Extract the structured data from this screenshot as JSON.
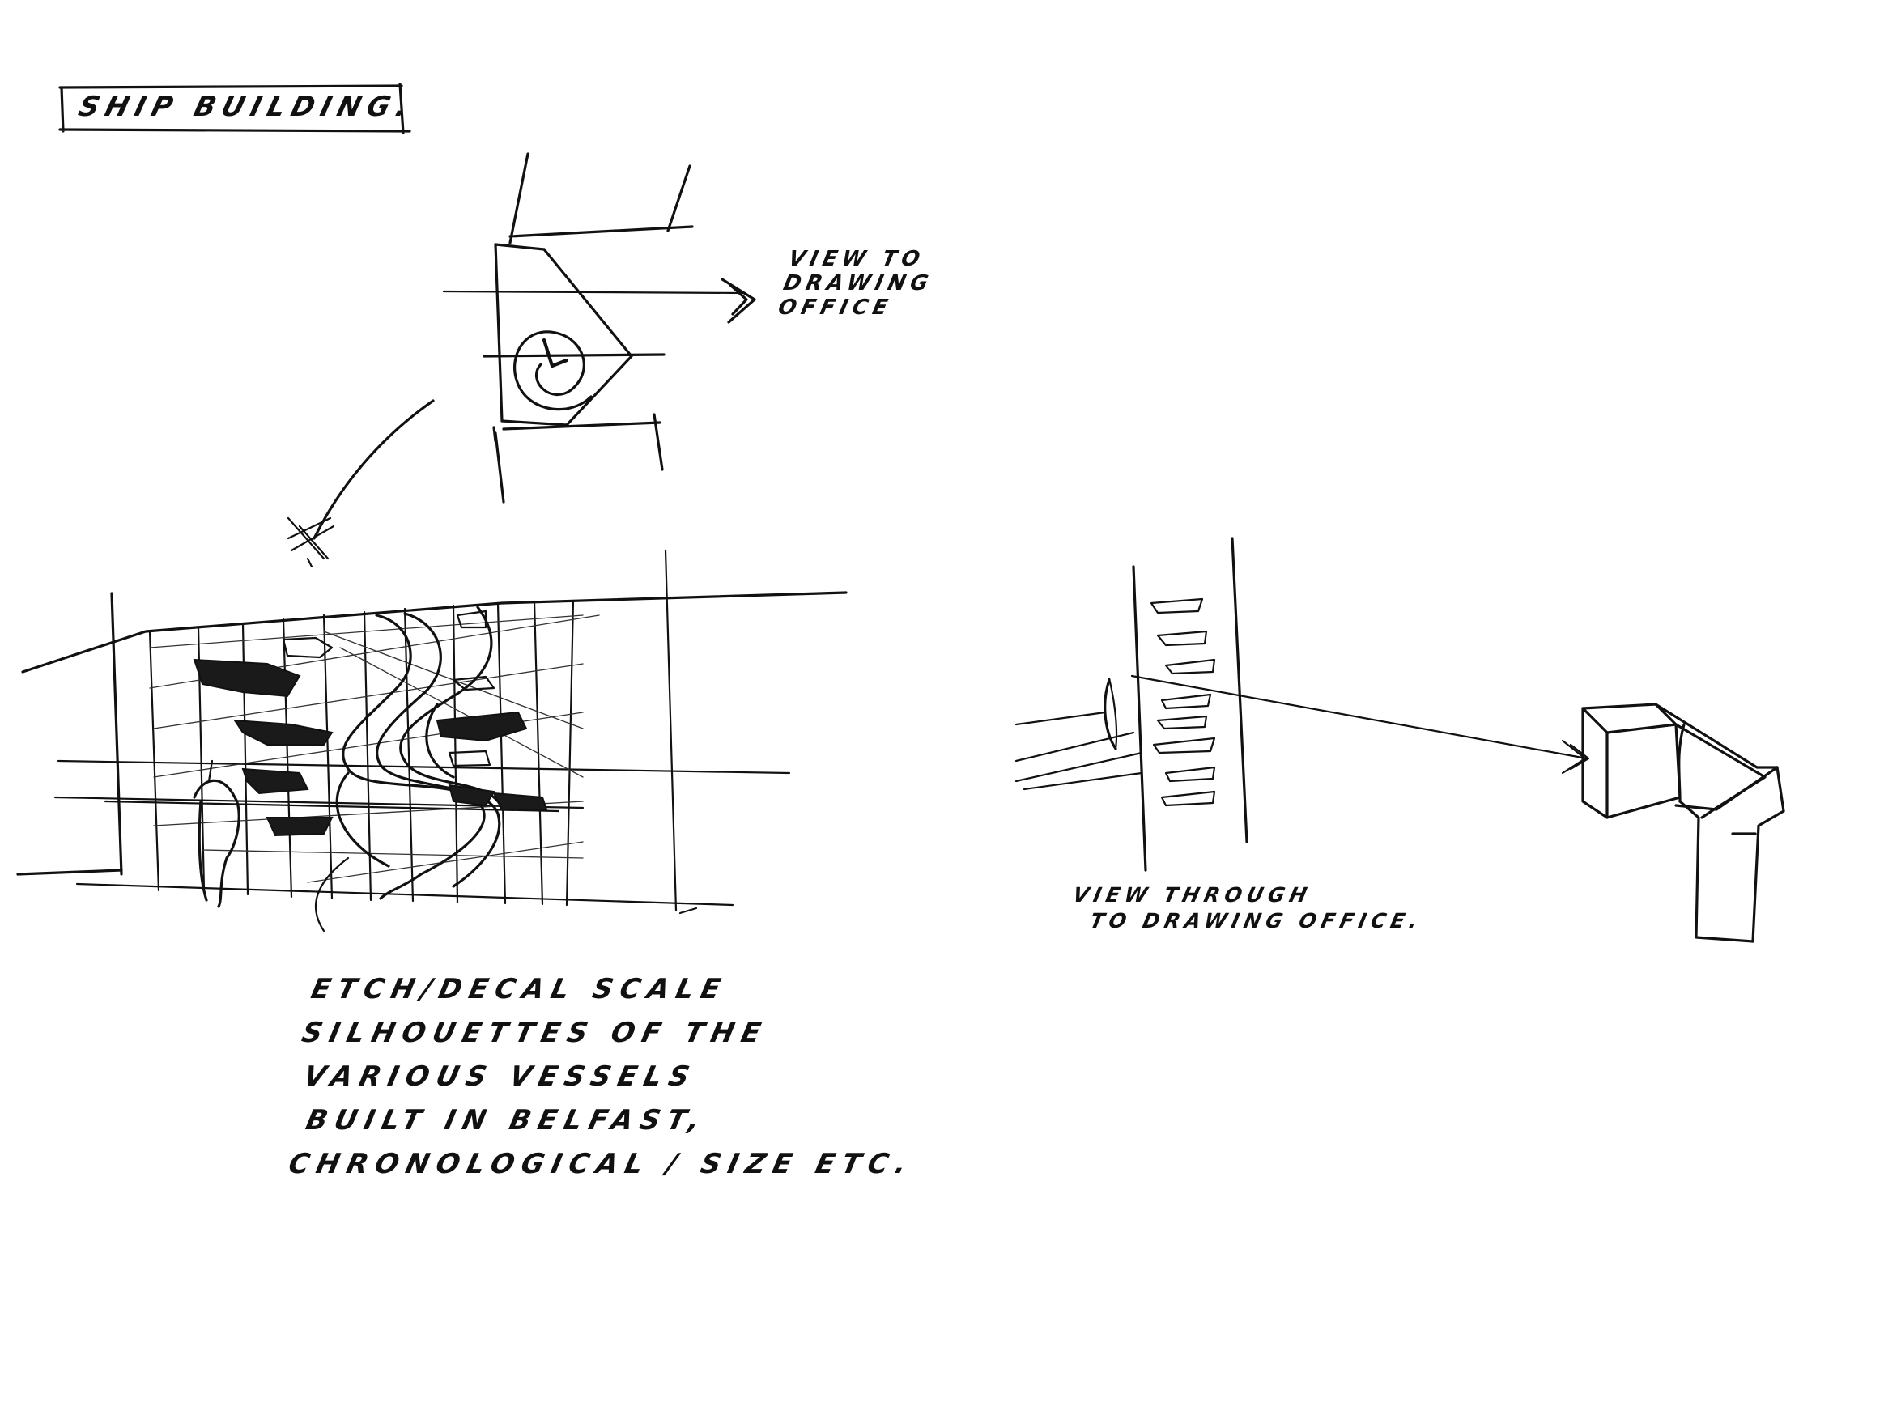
{
  "title": "Ship Building.",
  "notes": {
    "view_to_office": [
      "View to",
      "Drawing",
      "Office"
    ],
    "view_through": [
      "View through",
      "to drawing office."
    ],
    "silhouettes": [
      "Etch/Decal scale",
      "Silhouettes of the",
      "various vessels",
      "built in Belfast,",
      "Chronological / Size etc."
    ]
  },
  "ink_color": "#111111",
  "paper_color": "#ffffff"
}
